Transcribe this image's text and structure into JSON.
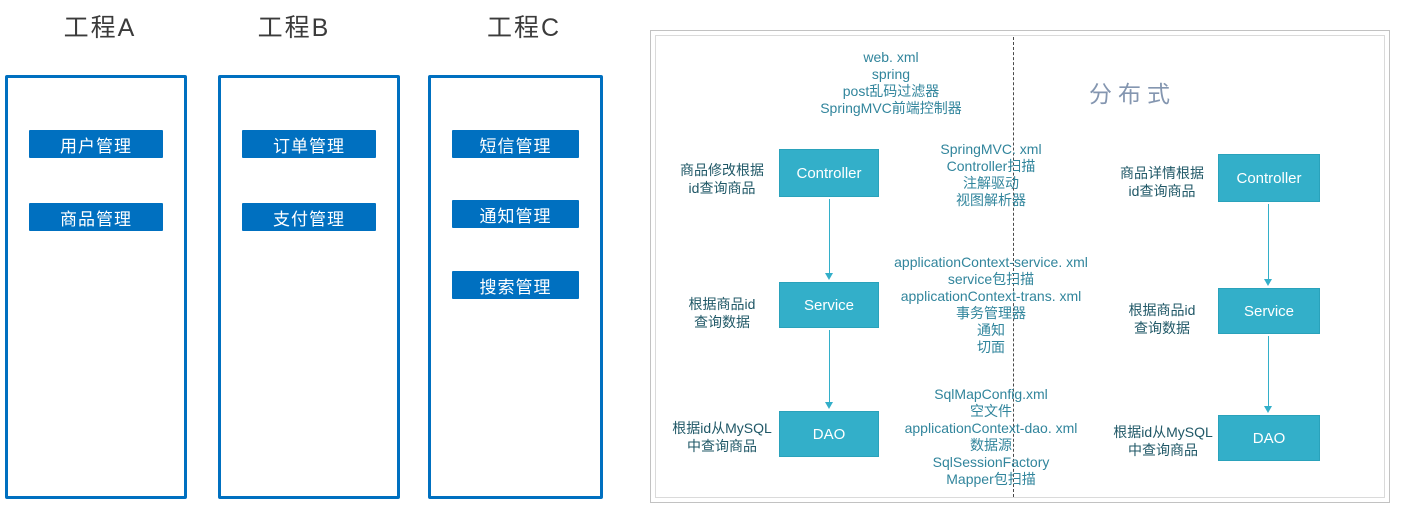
{
  "projects": [
    {
      "title": "工程A",
      "modules": [
        "用户管理",
        "商品管理"
      ]
    },
    {
      "title": "工程B",
      "modules": [
        "订单管理",
        "支付管理"
      ]
    },
    {
      "title": "工程C",
      "modules": [
        "短信管理",
        "通知管理",
        "搜索管理"
      ]
    }
  ],
  "diagram": {
    "title": "分布式",
    "web_xml_notes": [
      "web. xml",
      "spring",
      "post乱码过滤器",
      "SpringMVC前端控制器"
    ],
    "config_blocks": [
      [
        "SpringMVC. xml",
        "Controller扫描",
        "注解驱动",
        "视图解析器"
      ],
      [
        "applicationContext-service. xml",
        "service包扫描",
        "applicationContext-trans. xml",
        "事务管理器",
        "通知",
        "切面"
      ],
      [
        "SqlMapConfig.xml",
        "空文件",
        "applicationContext-dao. xml",
        "数据源",
        "SqlSessionFactory",
        "Mapper包扫描"
      ]
    ],
    "left_flow": [
      {
        "layer": "Controller",
        "note": [
          "商品修改根据",
          "id查询商品"
        ]
      },
      {
        "layer": "Service",
        "note": [
          "根据商品id",
          "查询数据"
        ]
      },
      {
        "layer": "DAO",
        "note": [
          "根据id从MySQL",
          "中查询商品"
        ]
      }
    ],
    "right_flow": [
      {
        "layer": "Controller",
        "note": [
          "商品详情根据",
          "id查询商品"
        ]
      },
      {
        "layer": "Service",
        "note": [
          "根据商品id",
          "查询数据"
        ]
      },
      {
        "layer": "DAO",
        "note": [
          "根据id从MySQL",
          "中查询商品"
        ]
      }
    ]
  },
  "colors": {
    "project_blue": "#0070C0",
    "layer_teal": "#33AFC9",
    "note_teal": "#31859C",
    "side_note": "#205867",
    "title_gray": "#8496B0"
  }
}
